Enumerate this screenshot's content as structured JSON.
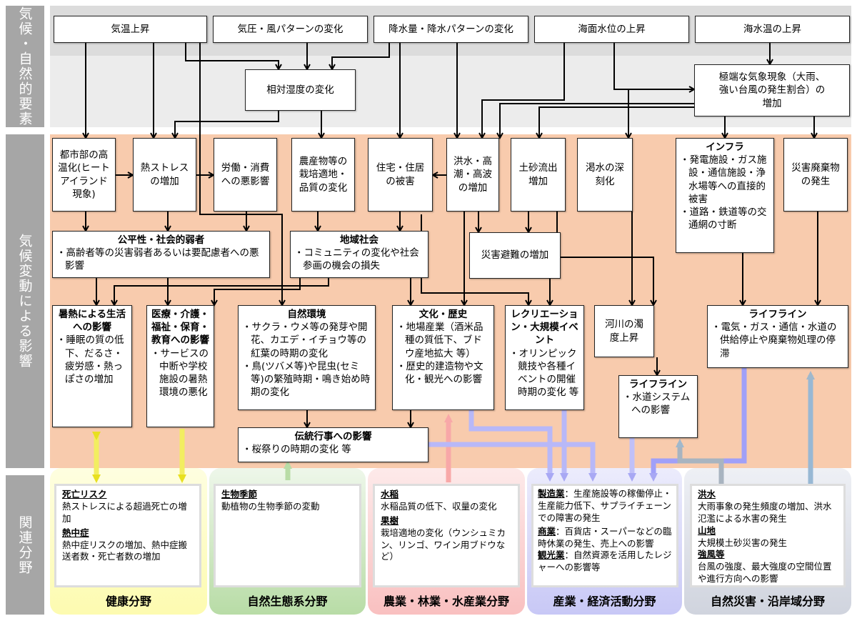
{
  "rows": {
    "climate": "気候・自然的要素",
    "impacts": "気候変動による影響",
    "fields": "関連分野"
  },
  "top": [
    "気温上昇",
    "気圧・風パターンの変化",
    "降水量・降水パターンの変化",
    "海面水位の上昇",
    "海水温の上昇"
  ],
  "humidity": "相対湿度の変化",
  "extreme": "極端な気象現象（大雨、強い台風の発生割合）の増加",
  "row2": {
    "urban": "都市部の高温化(ヒートアイランド現象)",
    "heat_stress": "熱ストレスの増加",
    "labor": "労働・消費への悪影響",
    "crops": "農産物等の栽培適地・品質の変化",
    "housing": "住宅・住居の被害",
    "flood": "洪水・高潮・高波の増加",
    "sediment": "土砂流出増加",
    "drought": "渇水の深刻化",
    "infra": {
      "title": "インフラ",
      "items": [
        "発電施設・ガス施設・通信施設・浄水場等への直接的被害",
        "道路・鉄道等の交通網の寸断"
      ]
    },
    "waste": "災害廃棄物の発生"
  },
  "equity": {
    "title": "公平性・社会的弱者",
    "items": [
      "高齢者等の災害弱者あるいは要配慮者への悪影響"
    ]
  },
  "community": {
    "title": "地域社会",
    "items": [
      "コミュニティの変化や社会参画の機会の損失"
    ]
  },
  "evacuation": "災害避難の増加",
  "row3": {
    "heat_life": {
      "title": "暑熱による生活への影響",
      "items": [
        "睡眠の質の低下、だるさ・疲労感・熱っぽさの増加"
      ]
    },
    "medical": {
      "title": "医療・介護・福祉・保育・教育への影響",
      "items": [
        "サービスの中断や学校施設の暑熱環境の悪化"
      ]
    },
    "nature": {
      "title": "自然環境",
      "items": [
        "サクラ・ウメ等の発芽や開花、カエデ・イチョウ等の紅葉の時期の変化",
        "鳥(ツバメ等)や昆虫(セミ等)の繁殖時期・鳴き始め時期の変化"
      ]
    },
    "culture": {
      "title": "文化・歴史",
      "items": [
        "地場産業（酒米品種の質低下、ブドウ産地拡大 等）",
        "歴史的建造物や文化・観光への影響"
      ]
    },
    "recreation": {
      "title": "レクリエーション・大規模イベント",
      "items": [
        "オリンピック競技や各種イベントの開催時期の変化 等"
      ]
    },
    "river": "河川の濁度上昇",
    "lifeline_water": {
      "title": "ライフライン",
      "items": [
        "水道システムへの影響"
      ]
    },
    "lifeline": {
      "title": "ライフライン",
      "items": [
        "電気・ガス・通信・水道の供給停止や廃棄物処理の停滞"
      ]
    },
    "tradition": {
      "title": "伝統行事への影響",
      "items": [
        "桜祭りの時期の変化 等"
      ]
    }
  },
  "fields": [
    {
      "label": "健康分野",
      "color": "#fdfbb8",
      "entries": [
        {
          "h": "死亡リスク",
          "t": "熱ストレスによる超過死亡の増加"
        },
        {
          "h": "熱中症",
          "t": "熱中症リスクの増加、熱中症搬送者数・死亡者数の増加"
        }
      ]
    },
    {
      "label": "自然生態系分野",
      "color": "#c6e4b4",
      "entries": [
        {
          "h": "生物季節",
          "t": "動植物の生物季節の変動"
        }
      ]
    },
    {
      "label": "農業・林業・水産業分野",
      "color": "#fbc8c8",
      "entries": [
        {
          "h": "水稲",
          "t": "水稲品質の低下、収量の変化"
        },
        {
          "h": "果樹",
          "t": "栽培適地の変化（ウンシュミカン、リンゴ、ワイン用ブドウなど）"
        }
      ]
    },
    {
      "label": "産業・経済活動分野",
      "color": "#cfcff8",
      "entries": [
        {
          "h": "製造業",
          "t": "：生産施設等の稼働停止・生産能力低下、サプライチェーンでの障害の発生"
        },
        {
          "h": "商業",
          "t": "：百貨店・スーパーなどの臨時休業の発生、売上への影響"
        },
        {
          "h": "観光業",
          "t": "：自然資源を活用したレジャーへの影響等"
        }
      ]
    },
    {
      "label": "自然災害・沿岸域分野",
      "color": "#d6dae4",
      "entries": [
        {
          "h": "洪水",
          "t": "大雨事象の発生頻度の増加、洪水氾濫による水害の発生"
        },
        {
          "h": "山地",
          "t": "大規模土砂災害の発生"
        },
        {
          "h": "強風等",
          "t": "台風の強度、最大強度の空間位置や進行方向への影響"
        }
      ]
    }
  ],
  "colors": {
    "climate_band": "#dcdcdc",
    "impact_band": "#f8cbad",
    "side_label": "#a6a6a6"
  }
}
